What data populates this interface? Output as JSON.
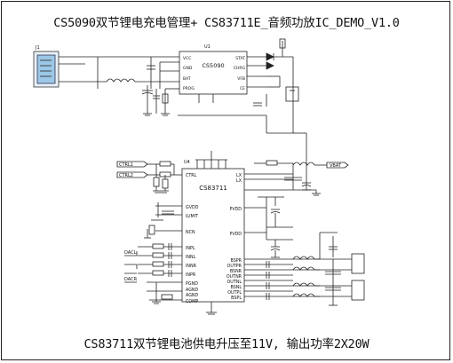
{
  "header_title": "CS5090双节锂电充电管理+ CS83711E_音频功放IC_DEMO_V1.0",
  "footer_title": "CS83711双节锂电池供电升压至11V, 输出功率2X20W",
  "chip_top": {
    "ref": "U1",
    "name": "CS5090",
    "left_pins": [
      "VCC",
      "GND",
      "BAT",
      "PROG"
    ],
    "right_pins": [
      "STAT",
      "CHRG",
      "VFB",
      "CE"
    ]
  },
  "chip_main": {
    "ref": "U4",
    "name": "CS83711",
    "left_pins": [
      "CTRL",
      "GVDD",
      "ILIMIT",
      "NCN",
      "INPL",
      "INNL",
      "INNR",
      "INPR",
      "PGND",
      "AGND",
      "AGND",
      "COMP"
    ],
    "right_pins": [
      "LX",
      "LX",
      "PVDD",
      "PVDD",
      "BSPR",
      "OUTPR",
      "BSNR",
      "OUTNR",
      "OUTNL",
      "BSNL",
      "OUTPL",
      "BSPL"
    ]
  },
  "net_labels": {
    "ctrl1": "CTRL1",
    "ctrl2": "CTRL2",
    "vbat": "VBAT",
    "dacl": "DACL",
    "dacr": "DACR"
  },
  "connector_label": "J1"
}
